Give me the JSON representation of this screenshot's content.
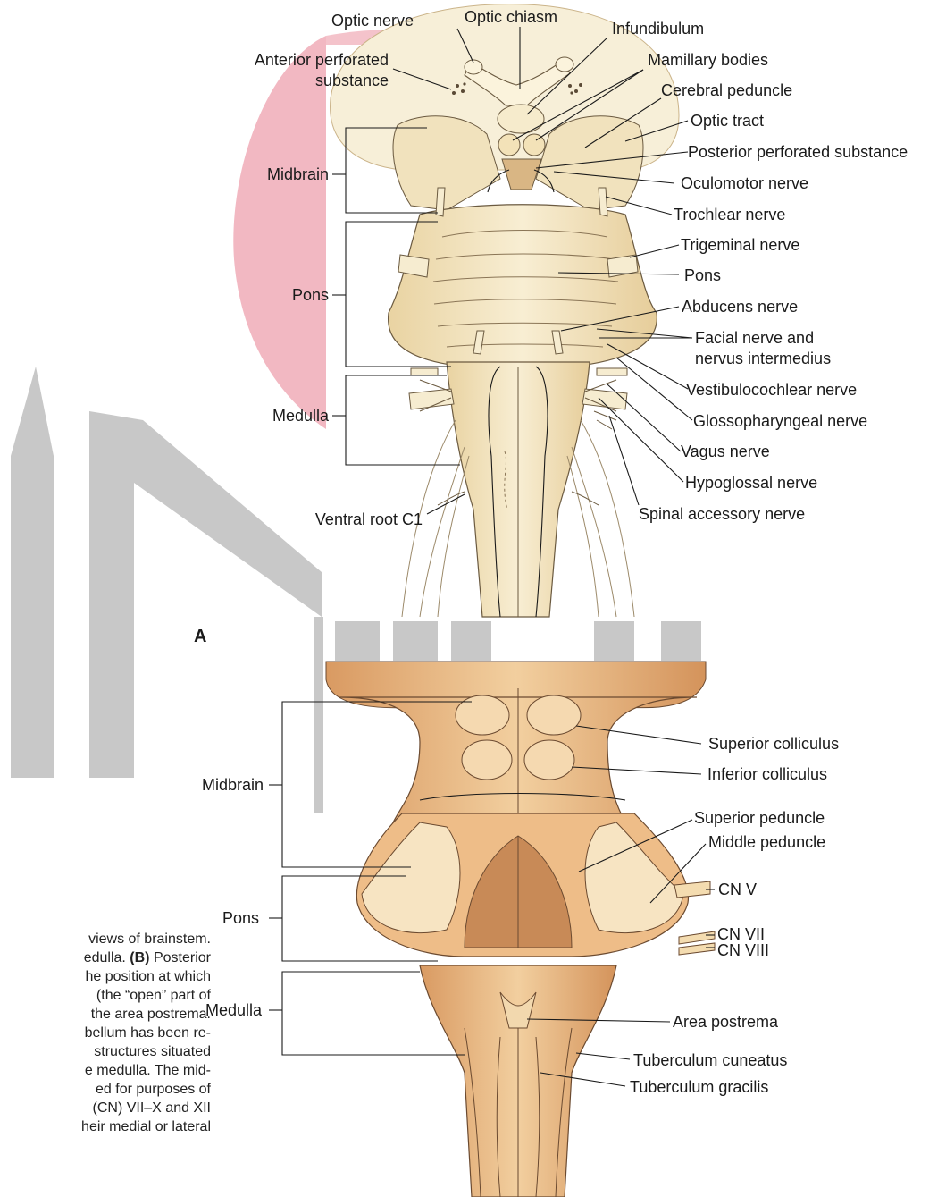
{
  "panel_a": {
    "letter": "A",
    "labels": {
      "optic_nerve": "Optic nerve",
      "optic_chiasm": "Optic chiasm",
      "infundibulum": "Infundibulum",
      "anterior_perforated_1": "Anterior perforated",
      "anterior_perforated_2": "substance",
      "mamillary_bodies": "Mamillary bodies",
      "cerebral_peduncle": "Cerebral peduncle",
      "optic_tract": "Optic tract",
      "posterior_perforated": "Posterior perforated substance",
      "oculomotor": "Oculomotor nerve",
      "trochlear": "Trochlear nerve",
      "trigeminal": "Trigeminal nerve",
      "pons": "Pons",
      "abducens": "Abducens nerve",
      "facial_1": "Facial nerve and",
      "facial_2": "nervus intermedius",
      "vestibulocochlear": "Vestibulocochlear nerve",
      "glossopharyngeal": "Glossopharyngeal nerve",
      "vagus": "Vagus nerve",
      "hypoglossal": "Hypoglossal nerve",
      "spinal_accessory": "Spinal accessory nerve",
      "ventral_root": "Ventral root C1"
    },
    "regions": {
      "midbrain": "Midbrain",
      "pons": "Pons",
      "medulla": "Medulla"
    }
  },
  "panel_b": {
    "labels": {
      "superior_colliculus": "Superior colliculus",
      "inferior_colliculus": "Inferior colliculus",
      "superior_peduncle": "Superior peduncle",
      "middle_peduncle": "Middle peduncle",
      "cn_v": "CN V",
      "cn_vii": "CN VII",
      "cn_viii": "CN VIII",
      "area_postrema": "Area postrema",
      "tuberculum_cuneatus": "Tuberculum cuneatus",
      "tuberculum_gracilis": "Tuberculum gracilis"
    },
    "regions": {
      "midbrain": "Midbrain",
      "pons": "Pons",
      "medulla": "Medulla"
    }
  },
  "caption": {
    "line1": "views of brainstem.",
    "line2_a": "edulla.",
    "line2_b": "(B)",
    "line2_c": "Posterior",
    "line3": "he position at which",
    "line4": "(the “open” part of",
    "line5": "the area postrema.",
    "line6": "bellum has been re-",
    "line7": "structures situated",
    "line8": "e medulla. The mid-",
    "line9": "ed for purposes of",
    "line10": "(CN) VII–X and XII",
    "line11": "heir medial or lateral"
  },
  "colors": {
    "background": "#ffffff",
    "watermark_pink": "#f2b8c2",
    "watermark_gray": "#c8c8c8",
    "ventral_tissue": "#f3e4bf",
    "dorsal_tissue": "#e9bb86",
    "dorsal_dark": "#c98a55"
  }
}
